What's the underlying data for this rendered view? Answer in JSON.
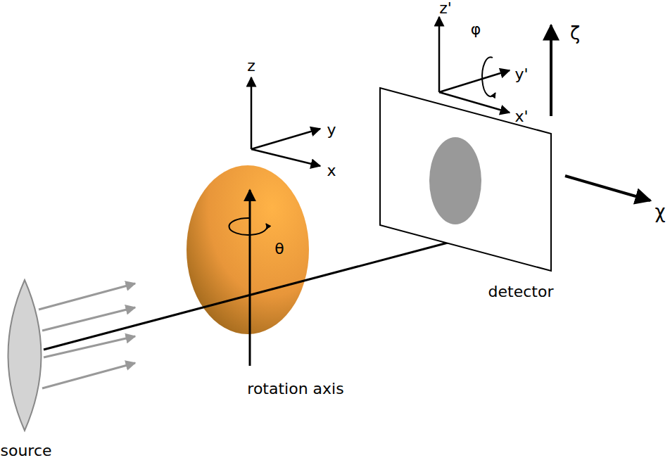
{
  "diagram": {
    "labels": [
      "z",
      "y",
      "x",
      "θ",
      "z'",
      "φ",
      "y'",
      "x'",
      "ζ",
      "χ",
      "detector",
      "source",
      "rotation axis"
    ]
  }
}
